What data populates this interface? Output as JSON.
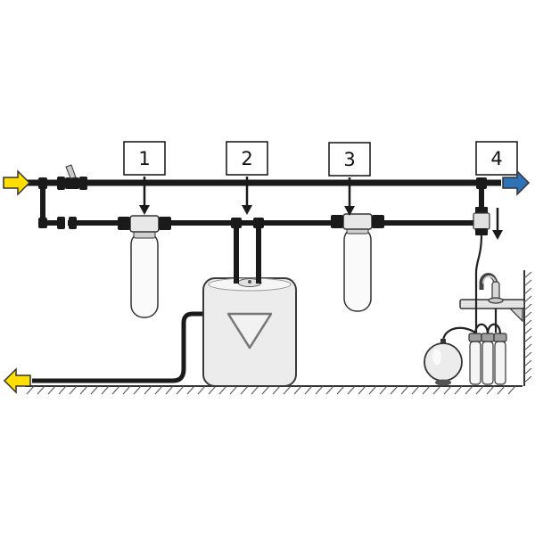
{
  "diagram": {
    "boxes": {
      "b1": "1",
      "b2": "2",
      "b3": "3",
      "b4": "4"
    },
    "colors": {
      "pipe": "#1A1A1A",
      "inlet_arrow": "#FFDE00",
      "outlet_arrow": "#2E72B8",
      "drain_arrow": "#FFDE00"
    }
  }
}
